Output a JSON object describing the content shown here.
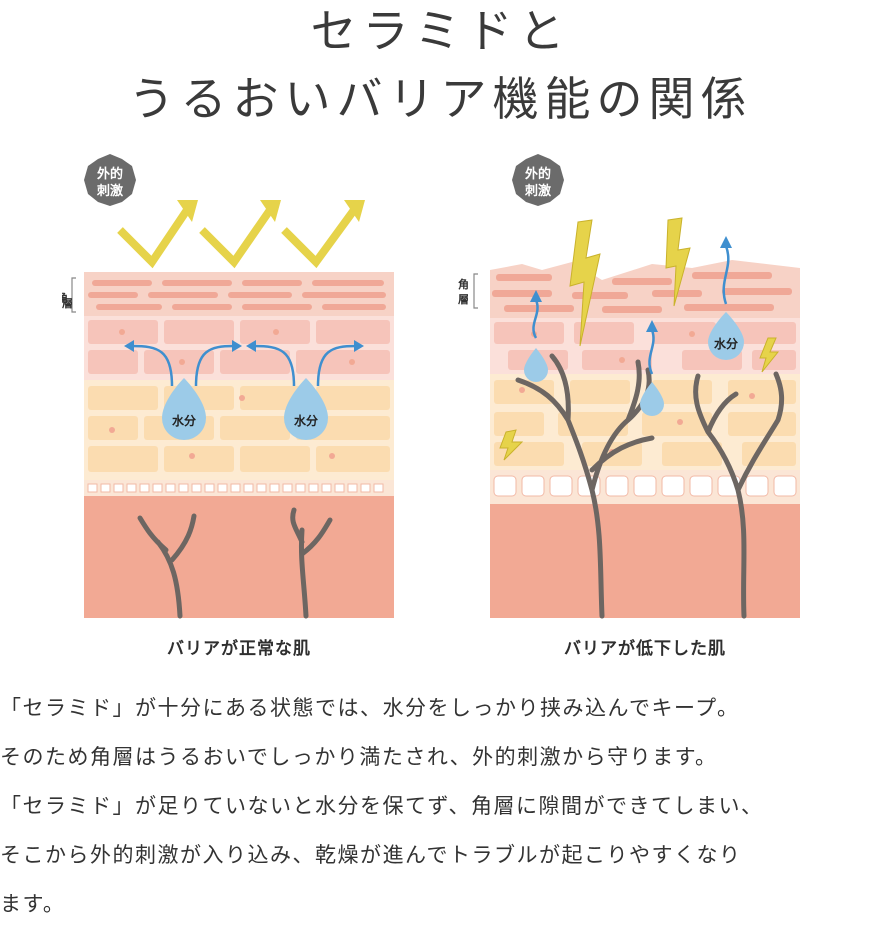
{
  "title": {
    "line1": "セラミドと",
    "line2": "うるおいバリア機能の関係"
  },
  "panels": {
    "left": {
      "badge_line1": "外的",
      "badge_line2": "刺激",
      "layer_label": "角層",
      "drop_label_1": "水分",
      "drop_label_2": "水分",
      "caption": "バリアが正常な肌"
    },
    "right": {
      "badge_line1": "外的",
      "badge_line2": "刺激",
      "layer_label": "角層",
      "drop_label": "水分",
      "caption": "バリアが低下した肌"
    }
  },
  "body": {
    "lines": [
      "「セラミド」が十分にある状態では、水分をしっかり挟み込んでキープ。",
      "そのため角層はうるおいでしっかり満たされ、外的刺激から守ります。",
      "「セラミド」が足りていないと水分を保てず、角層に隙間ができてしまい、",
      "そこから外的刺激が入り込み、乾燥が進んでトラブルが起こりやすくなり",
      "ます。"
    ]
  },
  "colors": {
    "badge": "#6b6b6b",
    "arrow_yellow": "#e6d34a",
    "water_blue": "#3f8fcf",
    "stratum_pink": "#f4c2b3",
    "dermis": "#f2a994",
    "cell_yellow": "#fbe2b8",
    "nerve": "#6d6662"
  }
}
